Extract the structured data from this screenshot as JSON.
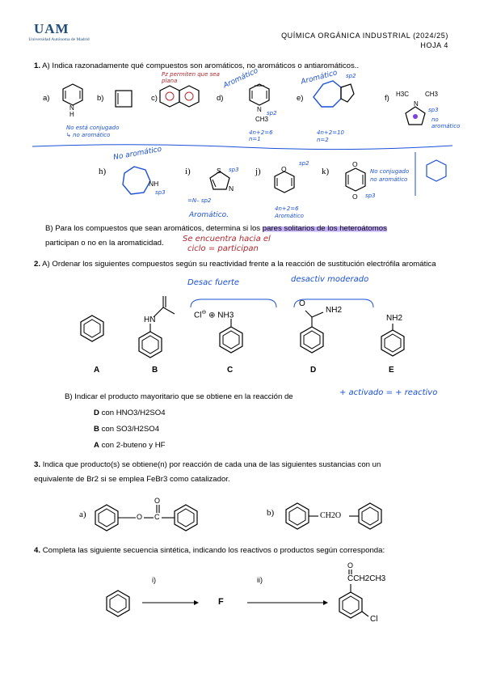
{
  "header": {
    "logo": "UAM",
    "logo_sub": "Universidad Autónoma de Madrid",
    "course": "QUÍMICA ORGÁNICA INDUSTRIAL (2024/25)",
    "sheet": "HOJA 4"
  },
  "q1": {
    "number": "1.",
    "text": "A) Indica razonadamente qué compuestos son aromáticos, no aromáticos o antiaromáticos..",
    "labels": [
      "a)",
      "b)",
      "c)",
      "d)",
      "e)",
      "f)",
      "h)",
      "i)",
      "j)",
      "k)"
    ],
    "atoms": {
      "nh": "N",
      "h": "H",
      "nplus": "N",
      "ch3": "CH3",
      "h3c": "H3C",
      "fnch3": "CH3",
      "fn": "N",
      "hnh": "NH",
      "s": "S",
      "n": "N",
      "o1": "O",
      "o2": "O"
    },
    "partB_1": "B) Para los compuestos que sean aromáticos, determina si los",
    "partB_hl": "pares solitarios de los heteroátomos",
    "partB_2": "participan o no en la aromaticidad.",
    "annotations": {
      "a_note1": "No está conjugado",
      "a_note2": "↳ no aromático",
      "c_note": "Pz permiten que sea plana",
      "d_top": "Aromático",
      "d_sp2": "sp2",
      "d_calc1": "4n+2=6",
      "d_calc2": "n=1",
      "e_top": "Aromático",
      "e_sp": "sp2",
      "e_calc1": "4n+2=10",
      "e_calc2": "n=2",
      "f_note": "no aromático",
      "f_sp": "sp3",
      "h_top": "No aromático",
      "h_sp": "sp3",
      "i_sp": "sp3",
      "i_n": "=N–  sp2",
      "i_arom": "Aromático.",
      "j_sp": "sp2",
      "j_calc1": "4n+2=6",
      "j_calc2": "Aromático",
      "k_note1": "No conjugado",
      "k_note2": "no aromático",
      "k_sp": "sp3",
      "b_answer1": "Se encuentra hacia el",
      "b_answer2": "ciclo = participan"
    }
  },
  "q2": {
    "number": "2.",
    "text": "A) Ordenar los siguientes compuestos según su reactividad frente a la reacción de sustitución electrófila aromática",
    "compounds": [
      "A",
      "B",
      "C",
      "D",
      "E"
    ],
    "groups": {
      "b": "HN",
      "c_cl": "Cl",
      "c_nh3": "NH3",
      "d_o": "O",
      "d_nh2": "NH2",
      "e_nh2": "NH2"
    },
    "annotations": {
      "c_note": "Desac fuerte",
      "d_note": "desactiv moderado"
    },
    "partB": "B) Indicar el producto mayoritario que se obtiene en  la reacción de",
    "partB_note": "+ activado = + reactivo",
    "reactions": [
      {
        "cmp": "D",
        "text": "con HNO3/H2SO4"
      },
      {
        "cmp": "B",
        "text": "con SO3/H2SO4"
      },
      {
        "cmp": "A",
        "text": " con 2-buteno y HF"
      }
    ]
  },
  "q3": {
    "number": "3.",
    "text1": "Indica que producto(s) se obtiene(n) por reacción de cada una de las siguientes sustancias con un",
    "text2": "equivalente de Br2 si se emplea FeBr3 como catalizador.",
    "a": "a)",
    "b": "b)",
    "a_o": "O",
    "a_c": "C",
    "a_o2": "O",
    "b_group": "CH2O"
  },
  "q4": {
    "number": "4.",
    "text": "Completa las siguiente secuencia sintética, indicando los reactivos o productos según corresponda:",
    "step1": "i)",
    "step2": "ii)",
    "intermediate": "F",
    "o": "O",
    "side": "CCH2CH3",
    "cl": "Cl"
  }
}
